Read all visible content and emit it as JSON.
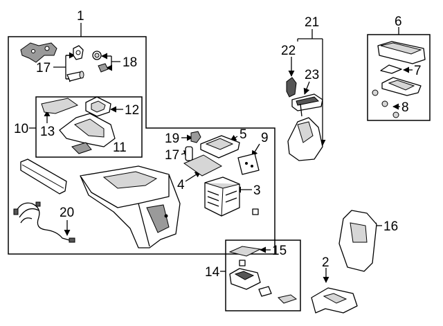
{
  "callouts": {
    "c1": "1",
    "c2": "2",
    "c3": "3",
    "c4": "4",
    "c5": "5",
    "c6": "6",
    "c7": "7",
    "c8": "8",
    "c9": "9",
    "c10": "10",
    "c11": "11",
    "c12": "12",
    "c13": "13",
    "c14": "14",
    "c15": "15",
    "c16": "16",
    "c17a": "17",
    "c17b": "17",
    "c18": "18",
    "c19": "19",
    "c20": "20",
    "c21": "21",
    "c22": "22",
    "c23": "23"
  }
}
